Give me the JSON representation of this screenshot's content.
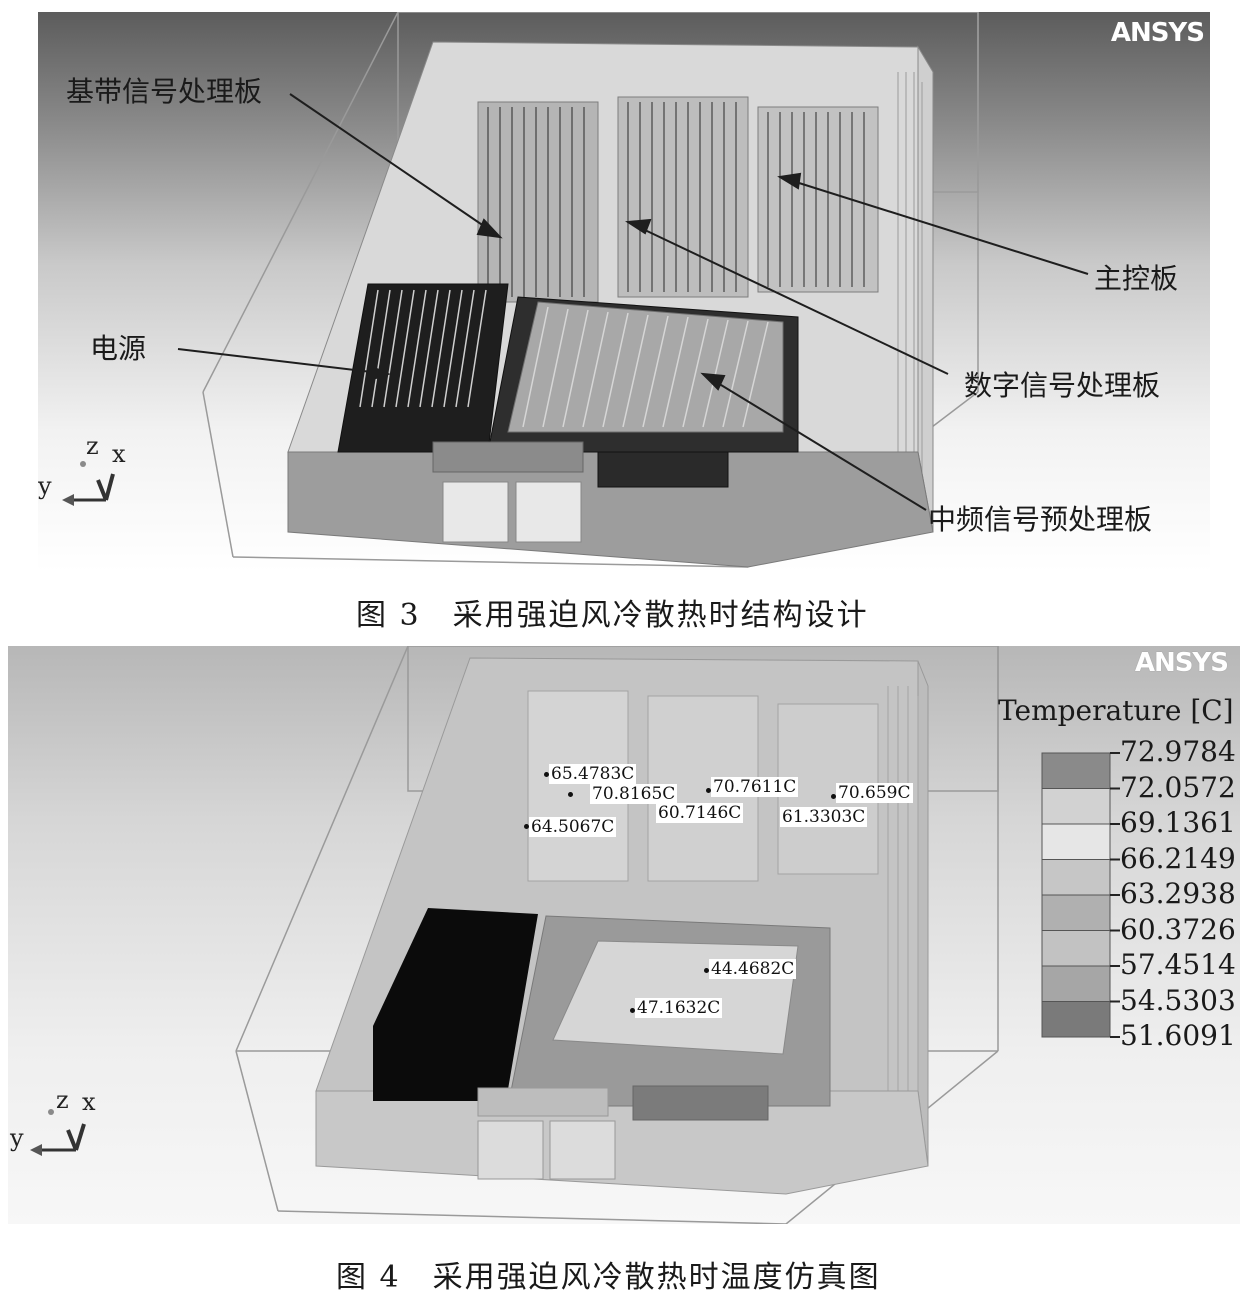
{
  "figure3": {
    "logo": "ANSYS",
    "callouts": {
      "baseband": "基带信号处理板",
      "main_control": "主控板",
      "power": "电源",
      "digital": "数字信号处理板",
      "if_preprocess": "中频信号预处理板"
    },
    "axes": {
      "z": "z",
      "x": "x",
      "y": "y"
    },
    "caption": "图 3　采用强迫风冷散热时结构设计"
  },
  "figure4": {
    "logo": "ANSYS",
    "legend": {
      "title": "Temperature [C]",
      "values": [
        "72.9784",
        "72.0572",
        "69.1361",
        "66.2149",
        "63.2938",
        "60.3726",
        "57.4514",
        "54.5303",
        "51.6091"
      ],
      "colors": [
        "#8a8a8a",
        "#d2d2d2",
        "#e6e6e6",
        "#c6c6c6",
        "#b0b0b0",
        "#c2c2c2",
        "#a6a6a6",
        "#7a7a7a"
      ]
    },
    "probes": [
      "65.4783C",
      "70.8165C",
      "64.5067C",
      "70.7611C",
      "60.7146C",
      "70.659C",
      "61.3303C",
      "44.4682C",
      "47.1632C"
    ],
    "axes": {
      "z": "z",
      "x": "x",
      "y": "y"
    },
    "caption": "图 4　采用强迫风冷散热时温度仿真图"
  }
}
